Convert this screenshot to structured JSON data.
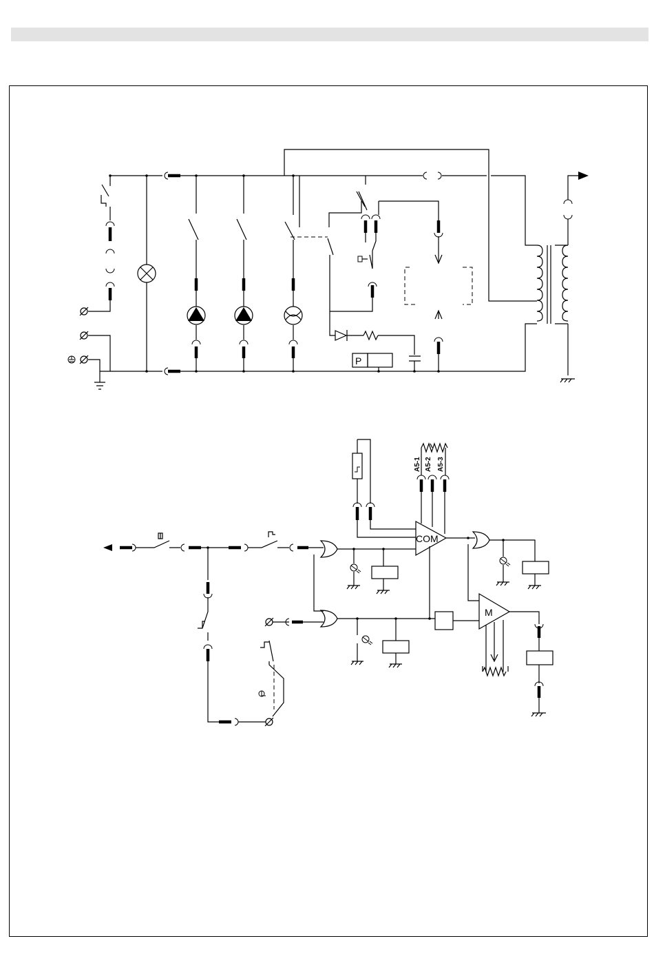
{
  "page": {
    "header_bar_color": "#e3e3e3",
    "frame_color": "#000000"
  },
  "upper_diagram": {
    "pressure_switch_label": "P"
  },
  "lower_diagram": {
    "comparator_label": "COM",
    "motor_amp_label": "M",
    "pot_labels": [
      "A5-1",
      "A5-2",
      "A5-3"
    ]
  }
}
